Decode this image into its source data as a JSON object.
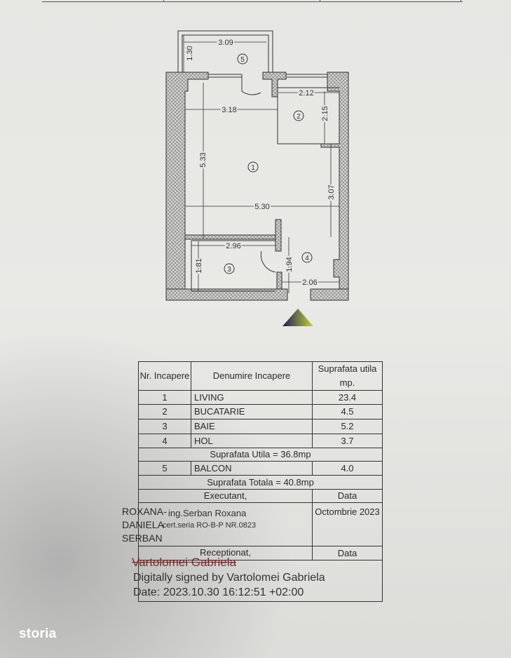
{
  "plan": {
    "rooms": [
      {
        "number": "1"
      },
      {
        "number": "2"
      },
      {
        "number": "3"
      },
      {
        "number": "4"
      },
      {
        "number": "5"
      }
    ],
    "dimensions": {
      "balcony_width": "3.09",
      "balcony_depth": "1.30",
      "kitchen_width": "2.12",
      "kitchen_depth": "2.15",
      "living_width_top": "3.18",
      "living_length": "5.33",
      "living_width": "5.30",
      "living_right": "3.07",
      "bath_width": "2.96",
      "bath_depth": "1.81",
      "hall_depth": "1.94",
      "hall_width": "2.06"
    }
  },
  "table": {
    "headers": {
      "nr": "Nr. Incapere",
      "denumire": "Denumire Incapere",
      "suprafata": "Suprafata utila mp."
    },
    "rows": [
      {
        "nr": "1",
        "name": "LIVING",
        "area": "23.4"
      },
      {
        "nr": "2",
        "name": "BUCATARIE",
        "area": "4.5"
      },
      {
        "nr": "3",
        "name": "BAIE",
        "area": "5.2"
      },
      {
        "nr": "4",
        "name": "HOL",
        "area": "3.7"
      }
    ],
    "subtotal": "Suprafata Utila = 36.8mp",
    "balcony": {
      "nr": "5",
      "name": "BALCON",
      "area": "4.0"
    },
    "total": "Suprafata Totala = 40.8mp",
    "executant_label": "Executant,",
    "data_label": "Data",
    "executant_date": "Octombrie 2023",
    "stamp_name": "ing.Serban Roxana",
    "stamp_cert": "cert.seria RO-B-P NR.0823",
    "signer_name": "ROXANA- DANIELA SERBAN",
    "receptionat_label": "Receptionat,",
    "data_label_2": "Data",
    "receiver_name": "Vartolomei Gabriela",
    "digital_signed": "Digitally signed by Vartolomei Gabriela",
    "digital_date": "Date: 2023.10.30 16:12:51 +02:00"
  },
  "brand": {
    "logo": "storia"
  }
}
